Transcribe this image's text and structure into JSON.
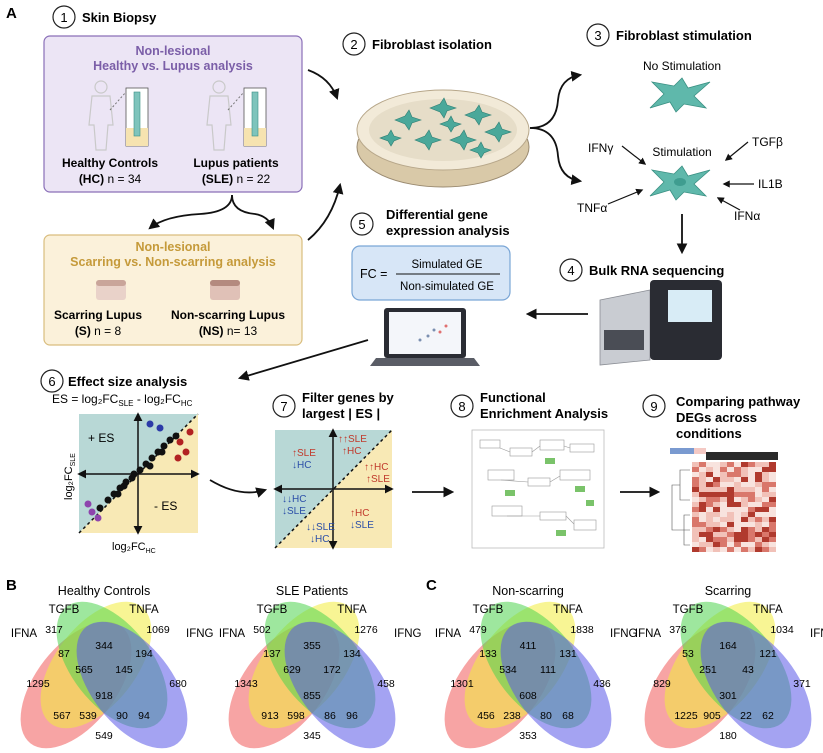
{
  "panel_labels": {
    "a": "A",
    "b": "B",
    "c": "C"
  },
  "step1": {
    "num": "1",
    "title": "Skin Biopsy",
    "box1": {
      "title1": "Non-lesional",
      "title2": "Healthy vs. Lupus analysis",
      "hc_line1": "Healthy Controls",
      "hc_line2a": "(HC)",
      "hc_line2b": " n = 34",
      "sle_line1": "Lupus patients",
      "sle_line2a": "(SLE)",
      "sle_line2b": " n = 22"
    },
    "box2": {
      "title1": "Non-lesional",
      "title2": "Scarring vs. Non-scarring analysis",
      "s_line1": "Scarring Lupus",
      "s_line2a": "(S)",
      "s_line2b": " n = 8",
      "ns_line1": "Non-scarring Lupus",
      "ns_line2a": "(NS)",
      "ns_line2b": " n= 13"
    }
  },
  "step2": {
    "num": "2",
    "title": "Fibroblast isolation"
  },
  "step3": {
    "num": "3",
    "title": "Fibroblast stimulation",
    "none": "No Stimulation",
    "stim": "Stimulation",
    "ifng": "IFNγ",
    "tgfb": "TGFβ",
    "il1b": "IL1B",
    "tnfa": "TNFα",
    "ifna": "IFNα"
  },
  "step4": {
    "num": "4",
    "title": "Bulk RNA sequencing"
  },
  "step5": {
    "num": "5",
    "title1": "Differential gene",
    "title2": "expression analysis",
    "fc": "FC =",
    "num_text": "Simulated GE",
    "den_text": "Non-simulated GE"
  },
  "step6": {
    "num": "6",
    "title": "Effect size analysis",
    "eq": "ES = log₂FC",
    "eq_sub1": "SLE",
    "eq_mid": " - log₂FC",
    "eq_sub2": "HC",
    "pos": "+ ES",
    "neg": "- ES",
    "ylab": "log₂FC",
    "ylab_sub": "SLE",
    "xlab": "log₂FC",
    "xlab_sub": "HC"
  },
  "step7": {
    "num": "7",
    "title1": "Filter genes by",
    "title2": "largest | ES |",
    "q_tl1": "↑SLE",
    "q_tl2": "↓HC",
    "q_tr1": "↑↑SLE",
    "q_tr2": "↑HC",
    "q_tr3": "↑↑HC",
    "q_tr4": "↑SLE",
    "q_bl1": "↓↓HC",
    "q_bl2": "↓SLE",
    "q_bl3": "↓↓SLE",
    "q_bl4": "↓HC",
    "q_br1": "↑HC",
    "q_br2": "↓SLE"
  },
  "step8": {
    "num": "8",
    "title1": "Functional",
    "title2": "Enrichment Analysis"
  },
  "step9": {
    "num": "9",
    "title1": "Comparing pathway",
    "title2": "DEGs across",
    "title3": "conditions"
  },
  "venns": [
    {
      "title": "Healthy Controls",
      "labels": [
        "IFNA",
        "TGFB",
        "TNFA",
        "IFNG"
      ],
      "values": [
        "1295",
        "317",
        "1069",
        "680",
        "87",
        "344",
        "194",
        "565",
        "145",
        "567",
        "918",
        "539",
        "90",
        "94",
        "549"
      ]
    },
    {
      "title": "SLE Patients",
      "labels": [
        "IFNA",
        "TGFB",
        "TNFA",
        "IFNG"
      ],
      "values": [
        "1343",
        "502",
        "1276",
        "458",
        "137",
        "355",
        "134",
        "629",
        "172",
        "913",
        "855",
        "598",
        "86",
        "96",
        "345"
      ]
    },
    {
      "title": "Non-scarring",
      "labels": [
        "IFNA",
        "TGFB",
        "TNFA",
        "IFNG"
      ],
      "values": [
        "1301",
        "479",
        "1838",
        "436",
        "133",
        "411",
        "131",
        "534",
        "111",
        "456",
        "608",
        "238",
        "80",
        "68",
        "353"
      ]
    },
    {
      "title": "Scarring",
      "labels": [
        "IFNA",
        "TGFB",
        "TNFA",
        "IFNG"
      ],
      "values": [
        "829",
        "376",
        "1034",
        "371",
        "53",
        "164",
        "121",
        "251",
        "43",
        "1225",
        "301",
        "905",
        "22",
        "62",
        "180"
      ]
    }
  ],
  "colors": {
    "violet_bg": "#ece5f5",
    "violet_border": "#8a6fb8",
    "tan_bg": "#fbf1da",
    "tan_border": "#d9bd7e",
    "blue_box": "#d7e6f7",
    "teal": "#4aa89a",
    "venn_red": "#f05a5a",
    "venn_yellow": "#f3ec3c",
    "venn_green": "#4fd34f",
    "venn_blue": "#5a58e8",
    "es_blue": "#b8d8d6",
    "es_yellow": "#f8e9b5"
  }
}
